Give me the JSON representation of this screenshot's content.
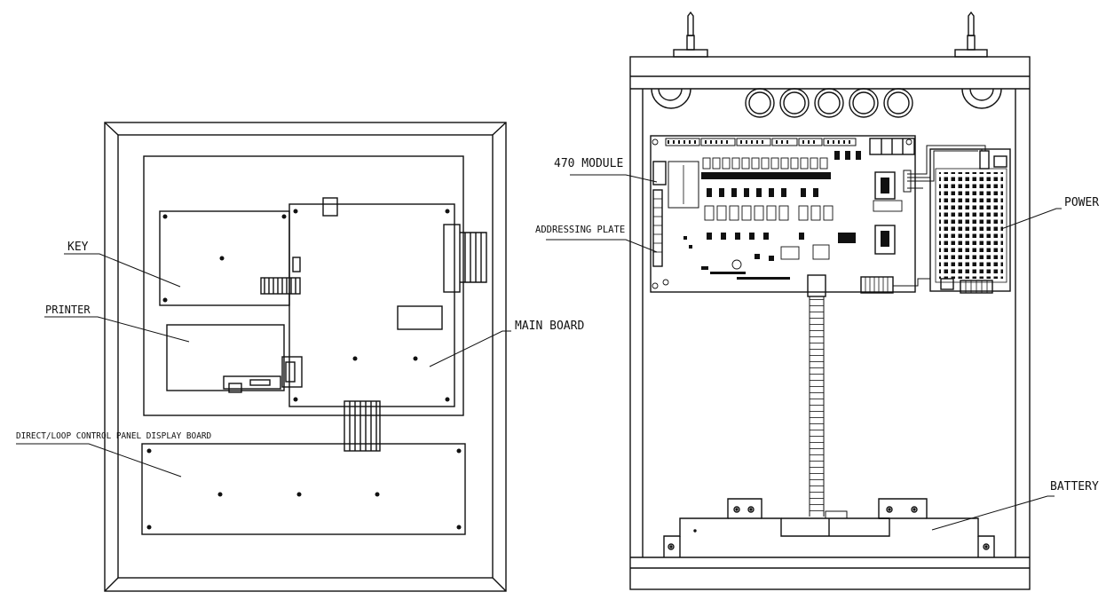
{
  "labels": {
    "key": "KEY",
    "printer": "PRINTER",
    "main_board": "MAIN BOARD",
    "display_board": "DIRECT/LOOP CONTROL PANEL DISPLAY BOARD",
    "module_470": "470 MODULE",
    "addressing_plate": "ADDRESSING PLATE",
    "power": "POWER",
    "battery": "BATTERY"
  }
}
